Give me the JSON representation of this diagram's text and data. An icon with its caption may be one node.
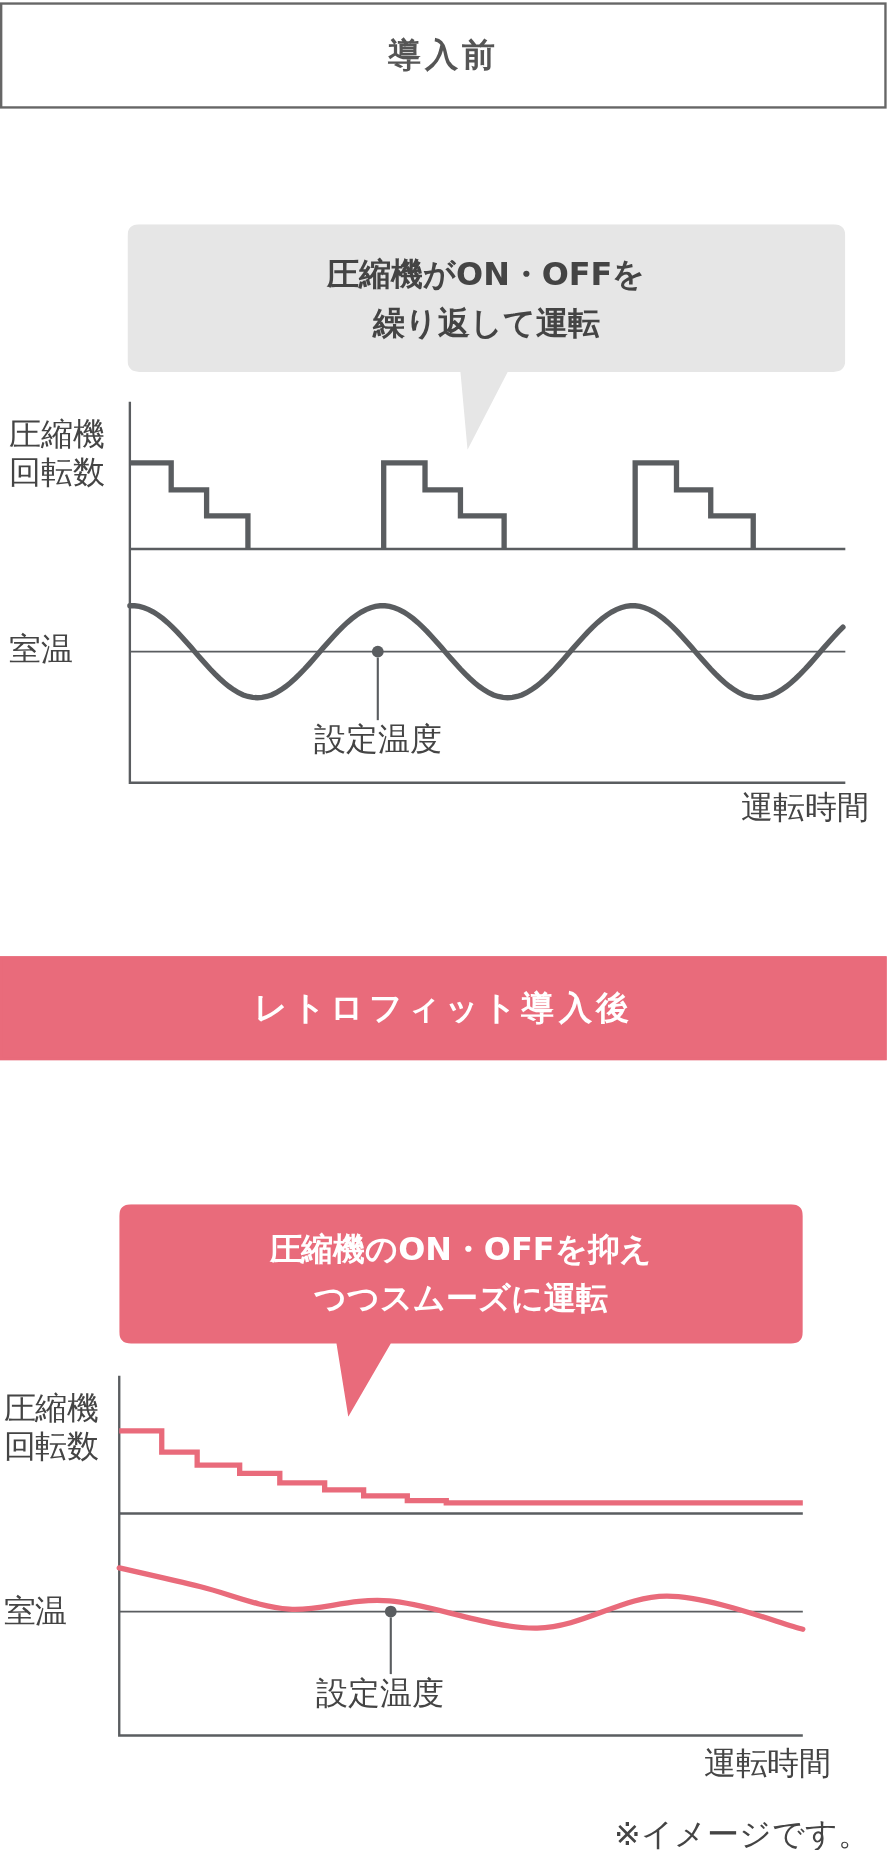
{
  "diagram": {
    "nodes": [
      {
        "text": [
          "導入前"
        ]
      },
      {
        "text": [
          "圧縮機がON・OFFを繰り返して運転"
        ]
      },
      {
        "text": [
          "設定温度"
        ]
      },
      {
        "text": [],
        "shape": "circle"
      },
      {
        "text": [
          "レトロフィット導入後"
        ]
      },
      {
        "text": [
          "圧縮機のON・OFFを抑えつつスムーズに運転"
        ]
      },
      {
        "text": [
          "設定温度"
        ]
      },
      {
        "text": [],
        "shape": "circle"
      }
    ],
    "edges": [
      {
        "from": 2,
        "to": 3,
        "arrow": "none"
      },
      {
        "from": 6,
        "to": 7,
        "arrow": "none"
      }
    ],
    "labels": [
      "圧縮機回転数",
      "室温",
      "運転時間",
      "圧縮機回転数",
      "室温",
      "運転時間",
      "※イメージです。"
    ]
  }
}
